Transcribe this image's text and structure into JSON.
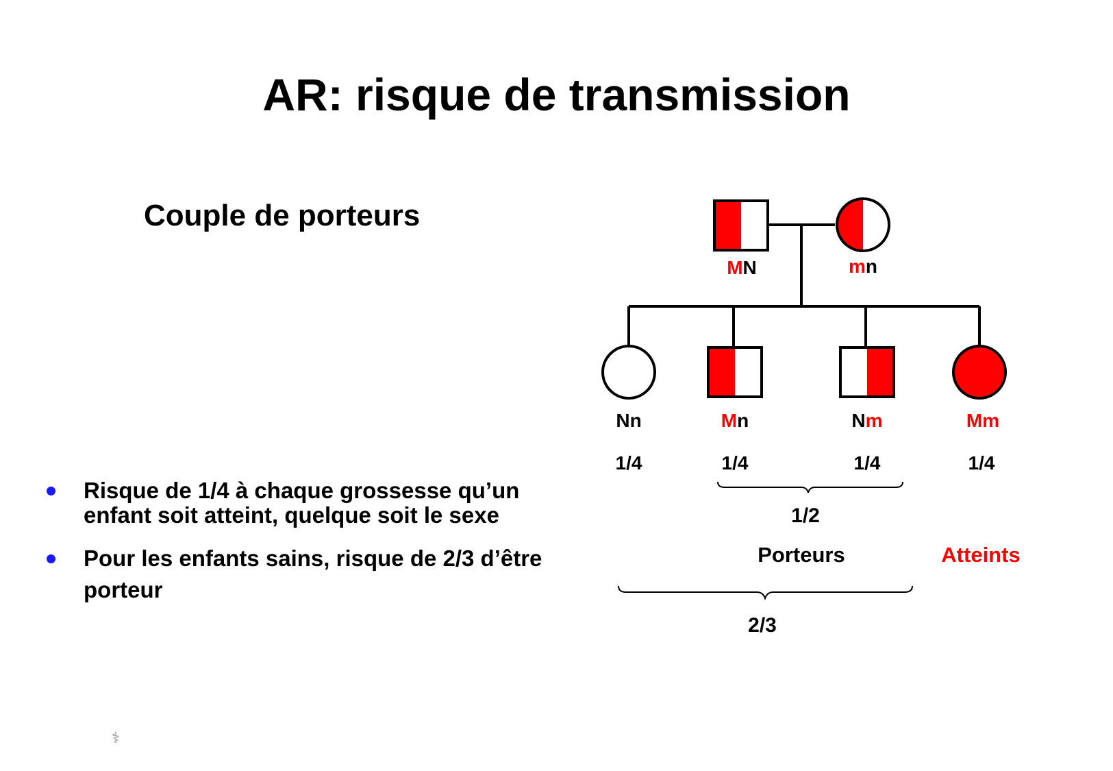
{
  "title": "AR: risque de transmission",
  "subtitle": "Couple de porteurs",
  "bullets": [
    "Risque de 1/4 à chaque grossesse qu’un enfant soit atteint, quelque soit le sexe",
    "Pour les enfants sains, risque de 2/3 d’être porteur"
  ],
  "colors": {
    "affected": "#ff0000",
    "line": "#000000",
    "bullet": "#1a1aff"
  },
  "pedigree": {
    "father": {
      "label_a": "M",
      "label_b": "N"
    },
    "mother": {
      "label_a": "m",
      "label_b": "n"
    },
    "children": [
      {
        "label_a": "N",
        "label_b": "n",
        "prob": "1/4"
      },
      {
        "label_a": "M",
        "label_b": "n",
        "prob": "1/4"
      },
      {
        "label_a": "N",
        "label_b": "m",
        "prob": "1/4"
      },
      {
        "label_a": "M",
        "label_b": "m",
        "prob": "1/4"
      }
    ],
    "carriers_fraction": "1/2",
    "carriers_label": "Porteurs",
    "affected_label": "Atteints",
    "healthy_fraction": "2/3"
  },
  "footer_icon": "caduceus-icon"
}
